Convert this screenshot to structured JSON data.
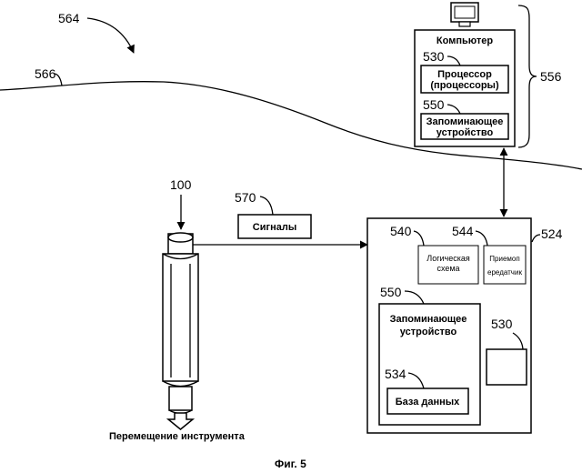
{
  "refs": {
    "r564": "564",
    "r566": "566",
    "r556": "556",
    "r530_top": "530",
    "r550_top": "550",
    "r100": "100",
    "r570": "570",
    "r540": "540",
    "r544": "544",
    "r524": "524",
    "r550_bottom": "550",
    "r530_bottom": "530",
    "r534": "534"
  },
  "labels": {
    "computer": "Компьютер",
    "processor_line1": "Процессор",
    "processor_line2": "(процессоры)",
    "memory_top_line1": "Запоминающее",
    "memory_top_line2": "устройство",
    "signals": "Сигналы",
    "logic_line1": "Логическая",
    "logic_line2": "схема",
    "transceiver_line1": "Приемоп",
    "transceiver_line2": "ередатчик",
    "memory_bottom_line1": "Запоминающее",
    "memory_bottom_line2": "устройство",
    "database": "База данных",
    "tool_movement": "Перемещение инструмента",
    "caption": "Фиг. 5"
  }
}
